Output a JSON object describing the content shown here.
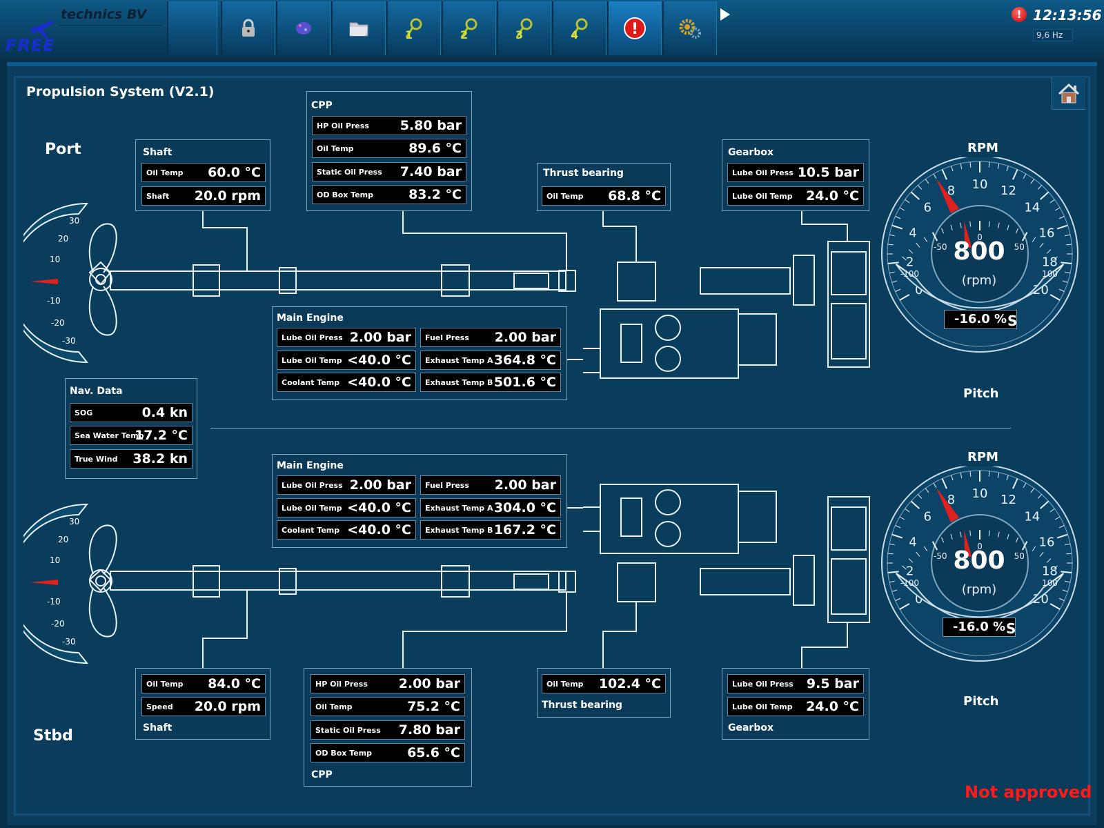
{
  "header": {
    "company": "technics BV",
    "logo": "FREE",
    "clock": "12:13:56",
    "frequency": "9,6 Hz",
    "alarm_badge": "!",
    "toolbar": [
      {
        "name": "lock-button",
        "icon": "padlock-icon"
      },
      {
        "name": "night-mode-button",
        "icon": "moon-icon"
      },
      {
        "name": "folder-button",
        "icon": "folder-icon"
      },
      {
        "name": "user-level-1-button",
        "icon": "key-1-icon",
        "label": "1"
      },
      {
        "name": "user-level-2-button",
        "icon": "key-2-icon",
        "label": "2"
      },
      {
        "name": "user-level-3-button",
        "icon": "key-3-icon",
        "label": "3"
      },
      {
        "name": "user-level-4-button",
        "icon": "key-4-icon",
        "label": "4"
      },
      {
        "name": "alarm-button",
        "icon": "alarm-icon",
        "label": "!"
      },
      {
        "name": "settings-button",
        "icon": "gears-icon"
      }
    ]
  },
  "page": {
    "title": "Propulsion System (V2.1)",
    "port_label": "Port",
    "stbd_label": "Stbd",
    "status": "Not approved"
  },
  "port": {
    "shaft": {
      "title": "Shaft",
      "rows": [
        {
          "label": "Oil Temp",
          "value": "60.0 °C"
        },
        {
          "label": "Shaft",
          "value": "20.0 rpm"
        }
      ]
    },
    "cpp": {
      "title": "CPP",
      "rows": [
        {
          "label": "HP Oil Press",
          "value": "5.80 bar"
        },
        {
          "label": "Oil Temp",
          "value": "89.6 °C"
        },
        {
          "label": "Static Oil Press",
          "value": "7.40 bar"
        },
        {
          "label": "OD Box Temp",
          "value": "83.2 °C"
        }
      ]
    },
    "thrust": {
      "title": "Thrust bearing",
      "rows": [
        {
          "label": "Oil Temp",
          "value": "68.8 °C"
        }
      ]
    },
    "gearbox": {
      "title": "Gearbox",
      "rows": [
        {
          "label": "Lube Oil Press",
          "value": "10.5 bar"
        },
        {
          "label": "Lube Oil Temp",
          "value": "24.0 °C"
        }
      ]
    },
    "engine": {
      "title": "Main Engine",
      "left": [
        {
          "label": "Lube Oil Press",
          "value": "2.00 bar"
        },
        {
          "label": "Lube Oil Temp",
          "value": "<40.0 °C"
        },
        {
          "label": "Coolant Temp",
          "value": "<40.0 °C"
        }
      ],
      "right": [
        {
          "label": "Fuel Press",
          "value": "2.00 bar"
        },
        {
          "label": "Exhaust Temp A",
          "value": "364.8 °C"
        },
        {
          "label": "Exhaust Temp B",
          "value": "501.6 °C"
        }
      ]
    },
    "gauge": {
      "title": "RPM",
      "value": "800",
      "unit": "(rpm)",
      "pitch_value": "-16.0 %",
      "pitch_side": "S",
      "pitch_label": "Pitch",
      "rpm_ticks": [
        "0",
        "2",
        "4",
        "6",
        "8",
        "10",
        "12",
        "14",
        "16",
        "18",
        "20"
      ],
      "pitch_ticks": [
        "-100",
        "-50",
        "0",
        "50",
        "100"
      ],
      "rpm_needle_value": 7.5,
      "pitch_needle_value": -16
    }
  },
  "nav": {
    "title": "Nav. Data",
    "rows": [
      {
        "label": "SOG",
        "value": "0.4 kn"
      },
      {
        "label": "Sea Water Temp",
        "value": "17.2 °C"
      },
      {
        "label": "True Wind",
        "value": "38.2 kn"
      }
    ]
  },
  "stbd": {
    "shaft": {
      "title": "Shaft",
      "rows": [
        {
          "label": "Oil Temp",
          "value": "84.0 °C"
        },
        {
          "label": "Speed",
          "value": "20.0 rpm"
        }
      ]
    },
    "cpp": {
      "title": "CPP",
      "rows": [
        {
          "label": "HP Oil Press",
          "value": "2.00 bar"
        },
        {
          "label": "Oil Temp",
          "value": "75.2 °C"
        },
        {
          "label": "Static Oil Press",
          "value": "7.80 bar"
        },
        {
          "label": "OD Box Temp",
          "value": "65.6 °C"
        }
      ]
    },
    "thrust": {
      "title": "Thrust bearing",
      "rows": [
        {
          "label": "Oil Temp",
          "value": "102.4 °C"
        }
      ]
    },
    "gearbox": {
      "title": "Gearbox",
      "rows": [
        {
          "label": "Lube Oil Press",
          "value": "9.5 bar"
        },
        {
          "label": "Lube Oil Temp",
          "value": "24.0 °C"
        }
      ]
    },
    "engine": {
      "title": "Main Engine",
      "left": [
        {
          "label": "Lube Oil Press",
          "value": "2.00 bar"
        },
        {
          "label": "Lube Oil Temp",
          "value": "<40.0 °C"
        },
        {
          "label": "Coolant Temp",
          "value": "<40.0 °C"
        }
      ],
      "right": [
        {
          "label": "Fuel Press",
          "value": "2.00 bar"
        },
        {
          "label": "Exhaust Temp A",
          "value": "304.0 °C"
        },
        {
          "label": "Exhaust Temp B",
          "value": "167.2 °C"
        }
      ]
    },
    "gauge": {
      "title": "RPM",
      "value": "800",
      "unit": "(rpm)",
      "pitch_value": "-16.0 %",
      "pitch_side": "S",
      "pitch_label": "Pitch",
      "rpm_ticks": [
        "0",
        "2",
        "4",
        "6",
        "8",
        "10",
        "12",
        "14",
        "16",
        "18",
        "20"
      ],
      "pitch_ticks": [
        "-100",
        "-50",
        "0",
        "50",
        "100"
      ],
      "rpm_needle_value": 7.5,
      "pitch_needle_value": -16
    }
  },
  "rudder": {
    "ticks": [
      "30",
      "20",
      "10",
      "-10",
      "-20",
      "-30"
    ],
    "angle": 0
  },
  "colors": {
    "background": "#06304a",
    "panel": "#0a3d5b",
    "alarm": "#ff1a1a",
    "needle": "#e0201c"
  }
}
